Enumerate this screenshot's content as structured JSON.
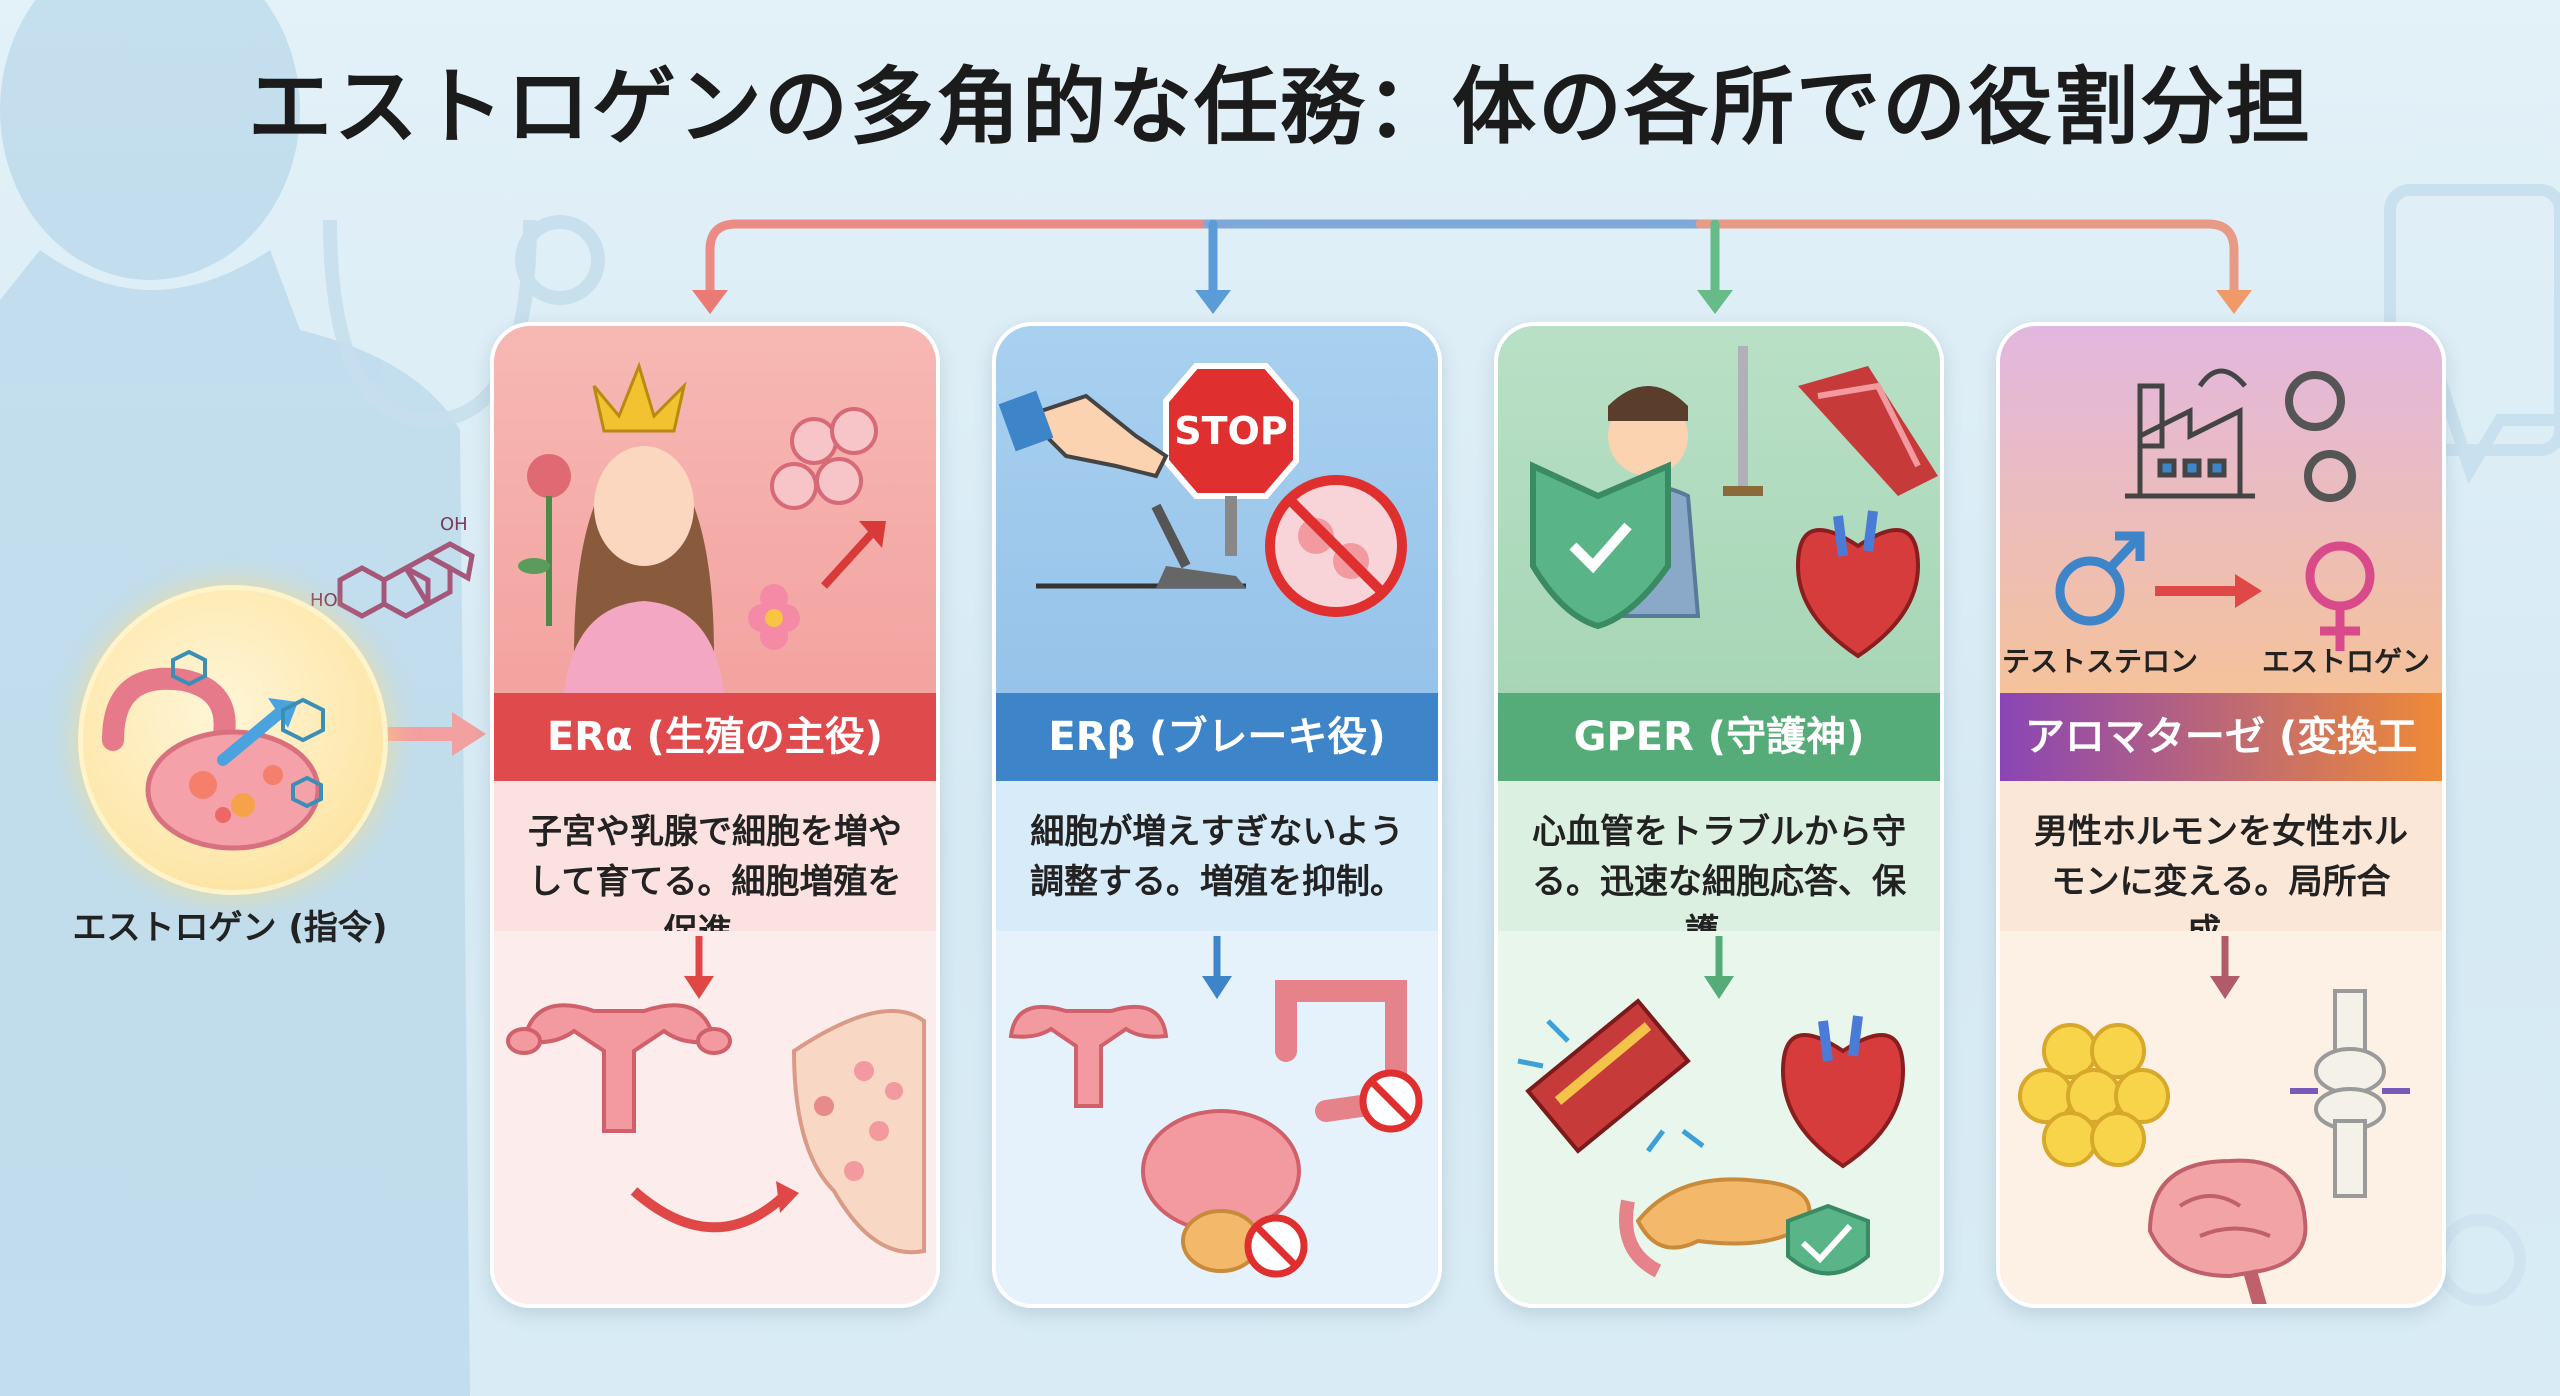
{
  "title": "エストロゲンの多角的な任務：体の各所での役割分担",
  "source": {
    "label": "エストロゲン (指令)"
  },
  "cards": [
    {
      "header": "ERα (生殖の主役)",
      "description": "子宮や乳腺で細胞を増やして育てる。細胞増殖を促進。",
      "color": "#df4b4d"
    },
    {
      "header": "ERβ (ブレーキ役)",
      "description": "細胞が増えすぎないよう調整する。増殖を抑制。",
      "color": "#3d84c9",
      "stop_sign": "STOP"
    },
    {
      "header": "GPER (守護神)",
      "description": "心血管をトラブルから守る。迅速な細胞応答、保護。",
      "color": "#55ac78"
    },
    {
      "header": "アロマターゼ (変換工場)",
      "description": "男性ホルモンを女性ホルモンに変える。局所合成。",
      "color": "#ee8a37",
      "conversion": {
        "from": "テストステロン",
        "to": "エストロゲン"
      }
    }
  ],
  "connector_colors": [
    "#ec7a74",
    "#5b9bd8",
    "#66bb88",
    "#f09a6a"
  ]
}
